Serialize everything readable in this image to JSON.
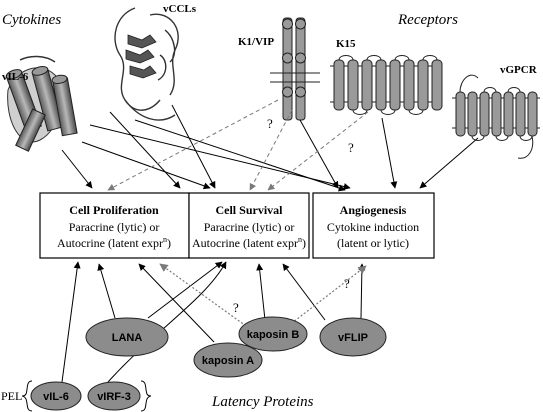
{
  "sections": {
    "cytokines": "Cytokines",
    "receptors": "Receptors",
    "latency": "Latency Proteins"
  },
  "proteins": {
    "vil6_top": "vIL-6",
    "vccls": "vCCLs",
    "k1vip": "K1/VIP",
    "k15": "K15",
    "vgpcr": "vGPCR"
  },
  "boxes": {
    "proliferation": {
      "title": "Cell Proliferation",
      "line1": "Paracrine (lytic) or",
      "line2": "Autocrine (latent expr",
      "sup": "n",
      "close": ")"
    },
    "survival": {
      "title": "Cell Survival",
      "line1": "Paracrine (lytic) or",
      "line2": "Autocrine (latent expr",
      "sup": "n",
      "close": ")"
    },
    "angiogenesis": {
      "title": "Angiogenesis",
      "line1": "Cytokine induction",
      "line2": "(latent or lytic)"
    }
  },
  "latency_proteins": {
    "lana": "LANA",
    "kaposin_a": "kaposin A",
    "kaposin_b": "kaposin B",
    "vflip": "vFLIP",
    "vil6": "vIL-6",
    "virf3": "vIRF-3"
  },
  "pel": "PEL",
  "question_mark": "?",
  "colors": {
    "ellipse_fill": "#8c8c8c",
    "protein_fill": "#9a9a9a",
    "dashed_arrow": "#7a7a7a"
  }
}
